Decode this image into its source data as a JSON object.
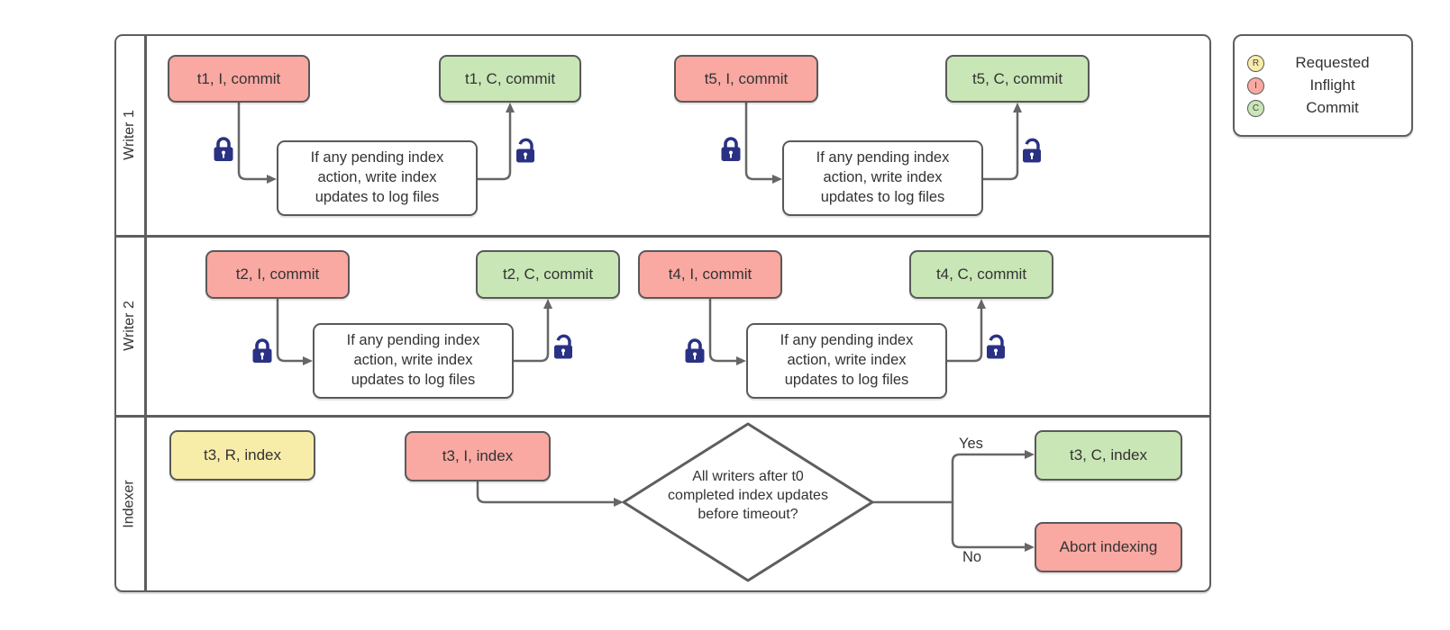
{
  "legend": {
    "items": [
      {
        "letter": "R",
        "label": "Requested",
        "color": "#F8ECA9"
      },
      {
        "letter": "I",
        "label": "Inflight",
        "color": "#F9A8A2"
      },
      {
        "letter": "C",
        "label": "Commit",
        "color": "#C9E6B6"
      }
    ]
  },
  "lanes": {
    "writer1": {
      "label": "Writer 1"
    },
    "writer2": {
      "label": "Writer 2"
    },
    "indexer": {
      "label": "Indexer"
    }
  },
  "nodes": {
    "t1_inflight": "t1, I, commit",
    "t1_commit": "t1, C, commit",
    "t5_inflight": "t5, I, commit",
    "t5_commit": "t5, C, commit",
    "t2_inflight": "t2, I, commit",
    "t2_commit": "t2, C, commit",
    "t4_inflight": "t4, I, commit",
    "t4_commit": "t4, C, commit",
    "t3_requested": "t3, R, index",
    "t3_inflight": "t3, I, index",
    "t3_commit": "t3, C, index",
    "abort": "Abort indexing",
    "process": "If any pending index action, write index updates to log files",
    "decision": "All writers after t0 completed index updates before timeout?"
  },
  "edge_labels": {
    "yes": "Yes",
    "no": "No"
  },
  "colors": {
    "inflight_fill": "#F9A8A2",
    "commit_fill": "#C9E6B6",
    "requested_fill": "#F8ECA9",
    "shape_border": "#595959",
    "connector_line": "#666666",
    "lock_icon": "#2A3184",
    "text": "#333333",
    "background": "#FFFFFF"
  }
}
